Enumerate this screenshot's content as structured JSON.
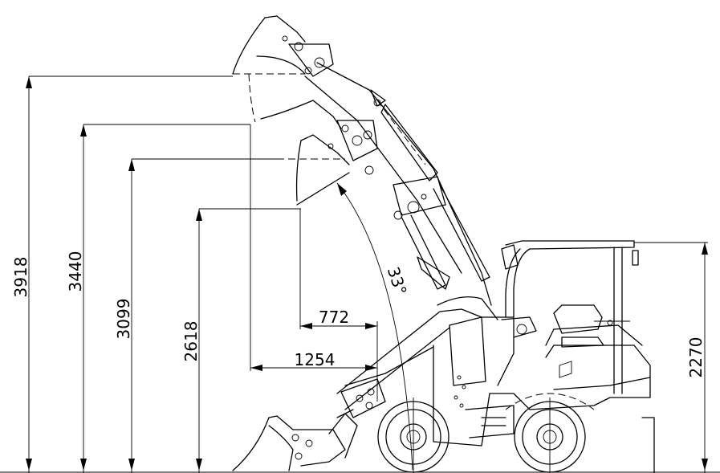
{
  "diagram": {
    "dimensions": {
      "height_max": "3918",
      "height_hinge": "3440",
      "height_dump": "3099",
      "height_lower": "2618",
      "reach_lower": "772",
      "reach_max": "1254",
      "dump_angle": "33°",
      "cab_height": "2270"
    }
  }
}
